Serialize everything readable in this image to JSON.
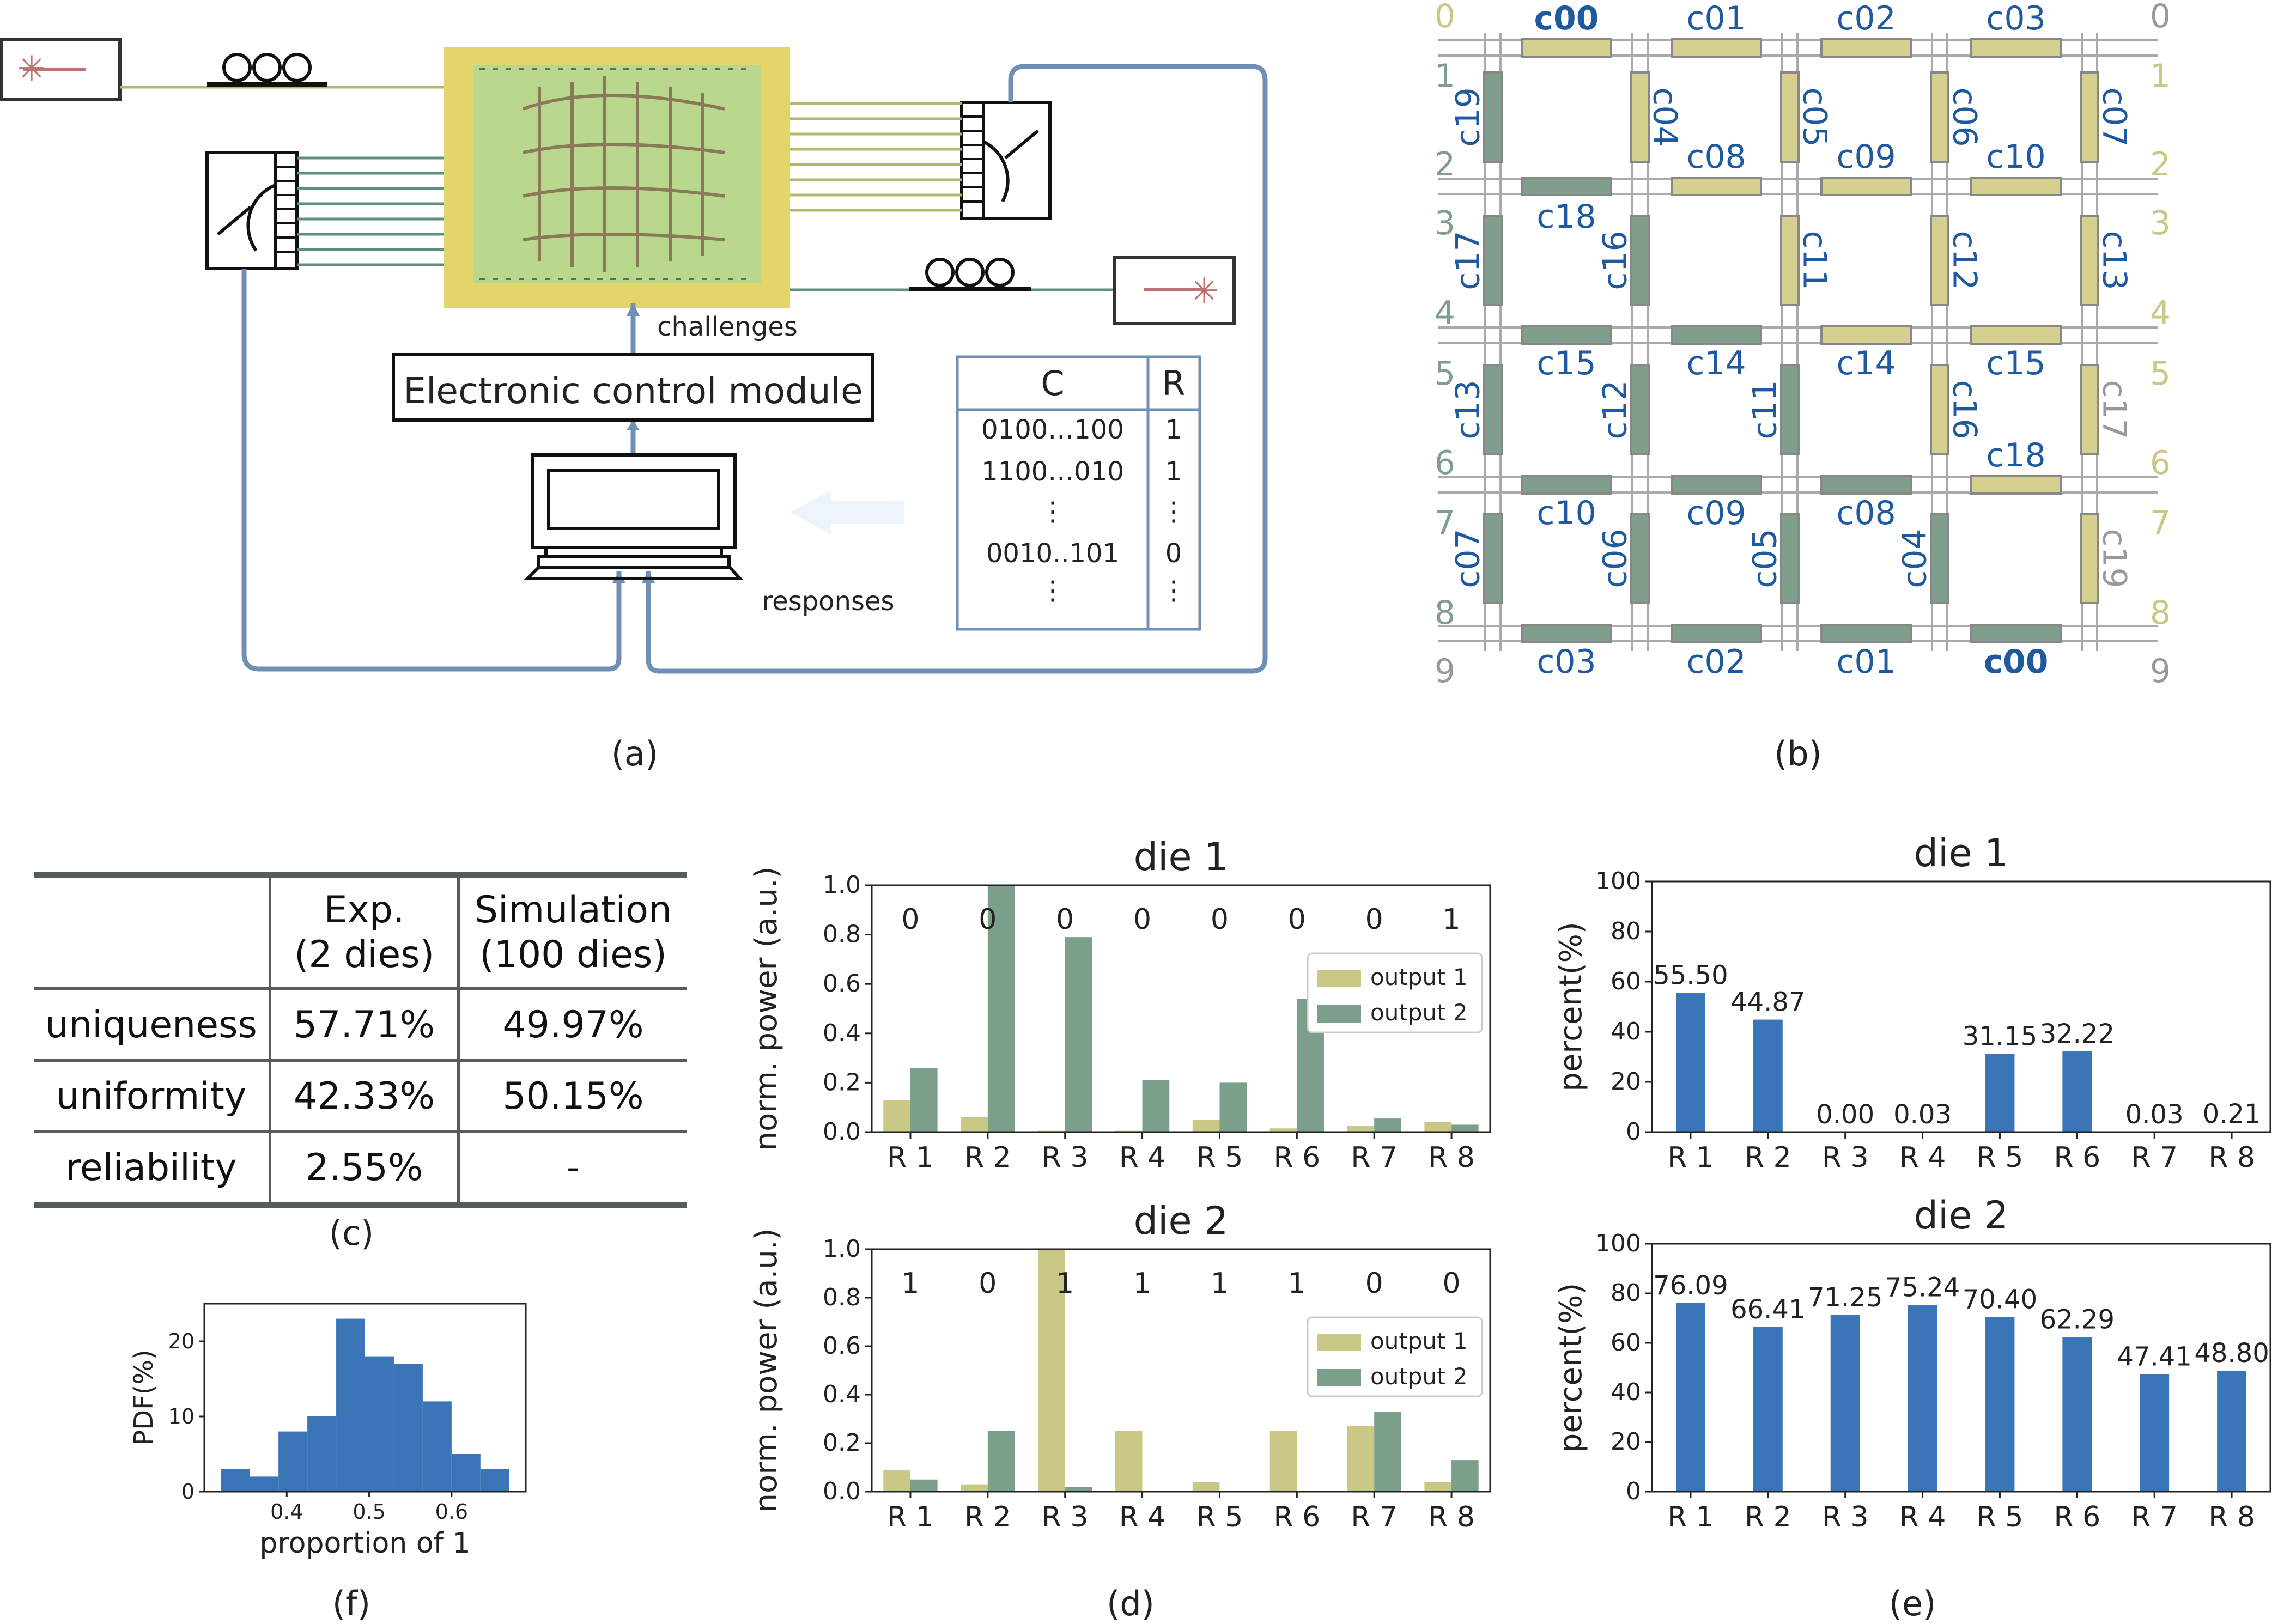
{
  "labels": {
    "a": "(a)",
    "b": "(b)",
    "c": "(c)",
    "d": "(d)",
    "e": "(e)",
    "f": "(f)"
  },
  "panel_a": {
    "challenges": "challenges",
    "responses": "responses",
    "module": "Electronic control module",
    "crp_header_c": "C",
    "crp_header_r": "R",
    "crp_rows": [
      [
        "0100…100",
        "1"
      ],
      [
        "1100…010",
        "1"
      ],
      [
        "⋮",
        "⋮"
      ],
      [
        "0010..101",
        "0"
      ],
      [
        "⋮",
        "⋮"
      ]
    ],
    "colors": {
      "laser_star": "#c07070",
      "fiber_olive": "#b5b86a",
      "fiber_teal": "#5f8f80",
      "cable_blue": "#6f8fb4",
      "chip_bg": "#e3d56a",
      "chip_inner": "#b9d88e"
    }
  },
  "panel_b": {
    "left_ports": [
      "0",
      "1",
      "2",
      "3",
      "4",
      "5",
      "6",
      "7",
      "8",
      "9"
    ],
    "right_ports": [
      "0",
      "1",
      "2",
      "3",
      "4",
      "5",
      "6",
      "7",
      "8",
      "9"
    ],
    "horizontal_couplers": [
      [
        "c00",
        "c01",
        "c02",
        "c03"
      ],
      [
        "c18",
        "c08",
        "c09",
        "c10"
      ],
      [
        "c15",
        "c14",
        "c14",
        "c15"
      ],
      [
        "c10",
        "c09",
        "c08",
        "c18"
      ],
      [
        "c03",
        "c02",
        "c01",
        "c00"
      ]
    ],
    "vertical_couplers": [
      [
        "c19",
        "c04",
        "c05",
        "c06",
        "c07"
      ],
      [
        "c17",
        "c16",
        "c11",
        "c12",
        "c13"
      ],
      [
        "c13",
        "c12",
        "c11",
        "c16",
        "c17"
      ],
      [
        "c07",
        "c06",
        "c05",
        "c04",
        "c19"
      ]
    ],
    "colors": {
      "olive": "#d5d08f",
      "teal": "#7f9f8c",
      "text_blue": "#1f5aa0",
      "gray": "#999999"
    }
  },
  "panel_c": {
    "headers": [
      "",
      "Exp.\n(2 dies)",
      "Simulation\n(100 dies)"
    ],
    "header_lines": [
      [
        "",
        ""
      ],
      [
        "Exp.",
        "(2 dies)"
      ],
      [
        "Simulation",
        "(100 dies)"
      ]
    ],
    "rows": [
      [
        "uniqueness",
        "57.71%",
        "49.97%"
      ],
      [
        "uniformity",
        "42.33%",
        "50.15%"
      ],
      [
        "reliability",
        "2.55%",
        "-"
      ]
    ]
  },
  "chart_data": [
    {
      "id": "d1",
      "type": "bar",
      "title": "die 1",
      "categories": [
        "R 1",
        "R 2",
        "R 3",
        "R 4",
        "R 5",
        "R 6",
        "R 7",
        "R 8"
      ],
      "series": [
        {
          "name": "output 1",
          "values": [
            0.13,
            0.06,
            0.005,
            0.005,
            0.05,
            0.015,
            0.025,
            0.04
          ],
          "color": "#c9c884"
        },
        {
          "name": "output 2",
          "values": [
            0.26,
            1.0,
            0.79,
            0.21,
            0.2,
            0.54,
            0.055,
            0.03
          ],
          "color": "#7c9f8c"
        }
      ],
      "bits": [
        "0",
        "0",
        "0",
        "0",
        "0",
        "0",
        "0",
        "1"
      ],
      "ylabel": "norm. power (a.u.)",
      "ylim": [
        0,
        1.0
      ],
      "yticks": [
        "0.0",
        "0.2",
        "0.4",
        "0.6",
        "0.8",
        "1.0"
      ],
      "legend": "right"
    },
    {
      "id": "d2",
      "type": "bar",
      "title": "die 2",
      "categories": [
        "R 1",
        "R 2",
        "R 3",
        "R 4",
        "R 5",
        "R 6",
        "R 7",
        "R 8"
      ],
      "series": [
        {
          "name": "output 1",
          "values": [
            0.09,
            0.03,
            1.0,
            0.25,
            0.04,
            0.25,
            0.27,
            0.04
          ],
          "color": "#c9c884"
        },
        {
          "name": "output 2",
          "values": [
            0.05,
            0.25,
            0.02,
            0.0,
            0.0,
            0.0,
            0.33,
            0.13
          ],
          "color": "#7c9f8c"
        }
      ],
      "bits": [
        "1",
        "0",
        "1",
        "1",
        "1",
        "1",
        "0",
        "0"
      ],
      "ylabel": "norm. power (a.u.)",
      "ylim": [
        0,
        1.0
      ],
      "yticks": [
        "0.0",
        "0.2",
        "0.4",
        "0.6",
        "0.8",
        "1.0"
      ],
      "legend": "right"
    },
    {
      "id": "e1",
      "type": "bar",
      "title": "die 1",
      "categories": [
        "R 1",
        "R 2",
        "R 3",
        "R 4",
        "R 5",
        "R 6",
        "R 7",
        "R 8"
      ],
      "values": [
        55.5,
        44.87,
        0.0,
        0.03,
        31.15,
        32.22,
        0.03,
        0.21
      ],
      "labels": [
        "55.50",
        "44.87",
        "0.00",
        "0.03",
        "31.15",
        "32.22",
        "0.03",
        "0.21"
      ],
      "ylabel": "percent(%)",
      "ylim": [
        0,
        100
      ],
      "yticks": [
        "0",
        "20",
        "40",
        "60",
        "80",
        "100"
      ],
      "color": "#3a75b8"
    },
    {
      "id": "e2",
      "type": "bar",
      "title": "die 2",
      "categories": [
        "R 1",
        "R 2",
        "R 3",
        "R 4",
        "R 5",
        "R 6",
        "R 7",
        "R 8"
      ],
      "values": [
        76.09,
        66.41,
        71.25,
        75.24,
        70.4,
        62.29,
        47.41,
        48.8
      ],
      "labels": [
        "76.09",
        "66.41",
        "71.25",
        "75.24",
        "70.40",
        "62.29",
        "47.41",
        "48.80"
      ],
      "ylabel": "percent(%)",
      "ylim": [
        0,
        100
      ],
      "yticks": [
        "0",
        "20",
        "40",
        "60",
        "80",
        "100"
      ],
      "color": "#3a75b8"
    },
    {
      "id": "f",
      "type": "histogram",
      "bin_edges": [
        0.32,
        0.355,
        0.39,
        0.425,
        0.46,
        0.495,
        0.53,
        0.565,
        0.6,
        0.635,
        0.67
      ],
      "values": [
        3,
        2,
        8,
        10,
        23,
        18,
        17,
        12,
        5,
        3
      ],
      "xlabel": "proportion of 1",
      "ylabel": "PDF(%)",
      "xlim": [
        0.3,
        0.69
      ],
      "ylim": [
        0,
        25
      ],
      "xticks": [
        "0.4",
        "0.5",
        "0.6"
      ],
      "xtick_values": [
        0.4,
        0.5,
        0.6
      ],
      "yticks": [
        "0",
        "10",
        "20"
      ],
      "ytick_values": [
        0,
        10,
        20
      ],
      "color": "#3a75b8"
    }
  ]
}
